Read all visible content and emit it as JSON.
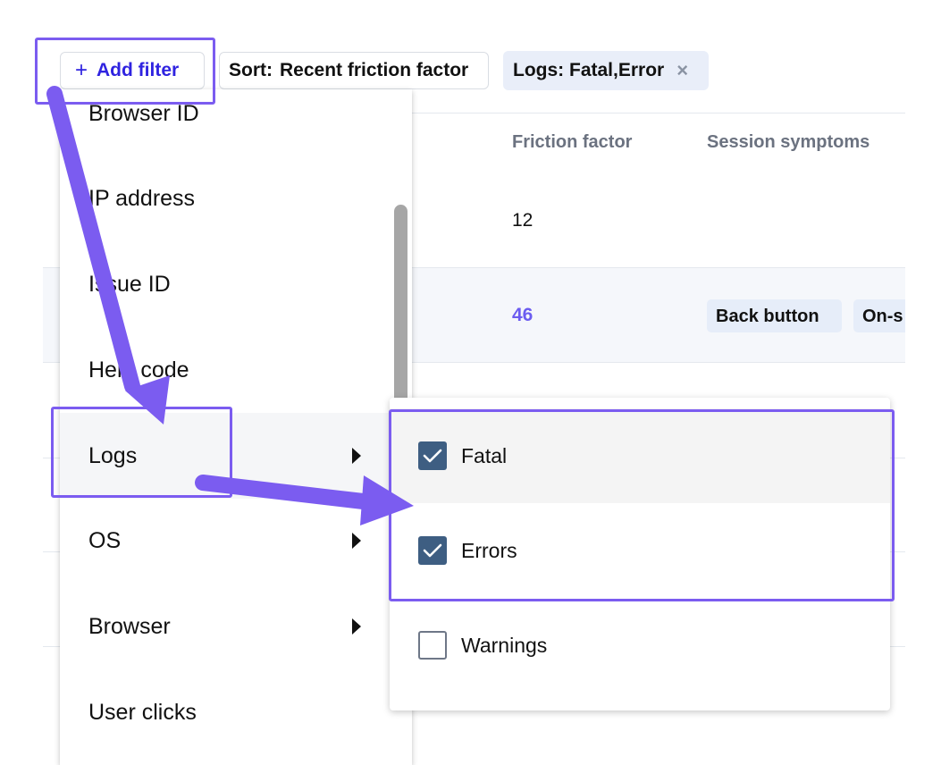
{
  "toolbar": {
    "add_filter_icon": "+",
    "add_filter_label": "Add filter",
    "sort_prefix": "Sort:",
    "sort_value": "Recent friction factor",
    "active_filter_chip": "Logs: Fatal,Error",
    "chip_remove_icon": "×"
  },
  "table": {
    "columns": [
      "Friction factor",
      "Session symptoms"
    ],
    "rows": [
      {
        "friction_factor": "12",
        "symptoms": []
      },
      {
        "friction_factor": "46",
        "symptoms": [
          "Back button",
          "On-s"
        ]
      }
    ]
  },
  "filter_menu": {
    "items": [
      {
        "label": "Browser ID",
        "has_submenu": false
      },
      {
        "label": "IP address",
        "has_submenu": false
      },
      {
        "label": "Issue ID",
        "has_submenu": false
      },
      {
        "label": "Help code",
        "has_submenu": false
      },
      {
        "label": "Logs",
        "has_submenu": true,
        "active": true
      },
      {
        "label": "OS",
        "has_submenu": true
      },
      {
        "label": "Browser",
        "has_submenu": true
      },
      {
        "label": "User clicks",
        "has_submenu": false
      }
    ]
  },
  "logs_submenu": {
    "options": [
      {
        "label": "Fatal",
        "checked": true
      },
      {
        "label": "Errors",
        "checked": true
      },
      {
        "label": "Warnings",
        "checked": false
      }
    ]
  },
  "colors": {
    "accent": "#2f23e0",
    "annotation": "#7b5cf0",
    "checkbox_checked": "#3e5e82",
    "friction_highlight": "#6b5cf0",
    "chip_bg": "#e9eef9"
  }
}
